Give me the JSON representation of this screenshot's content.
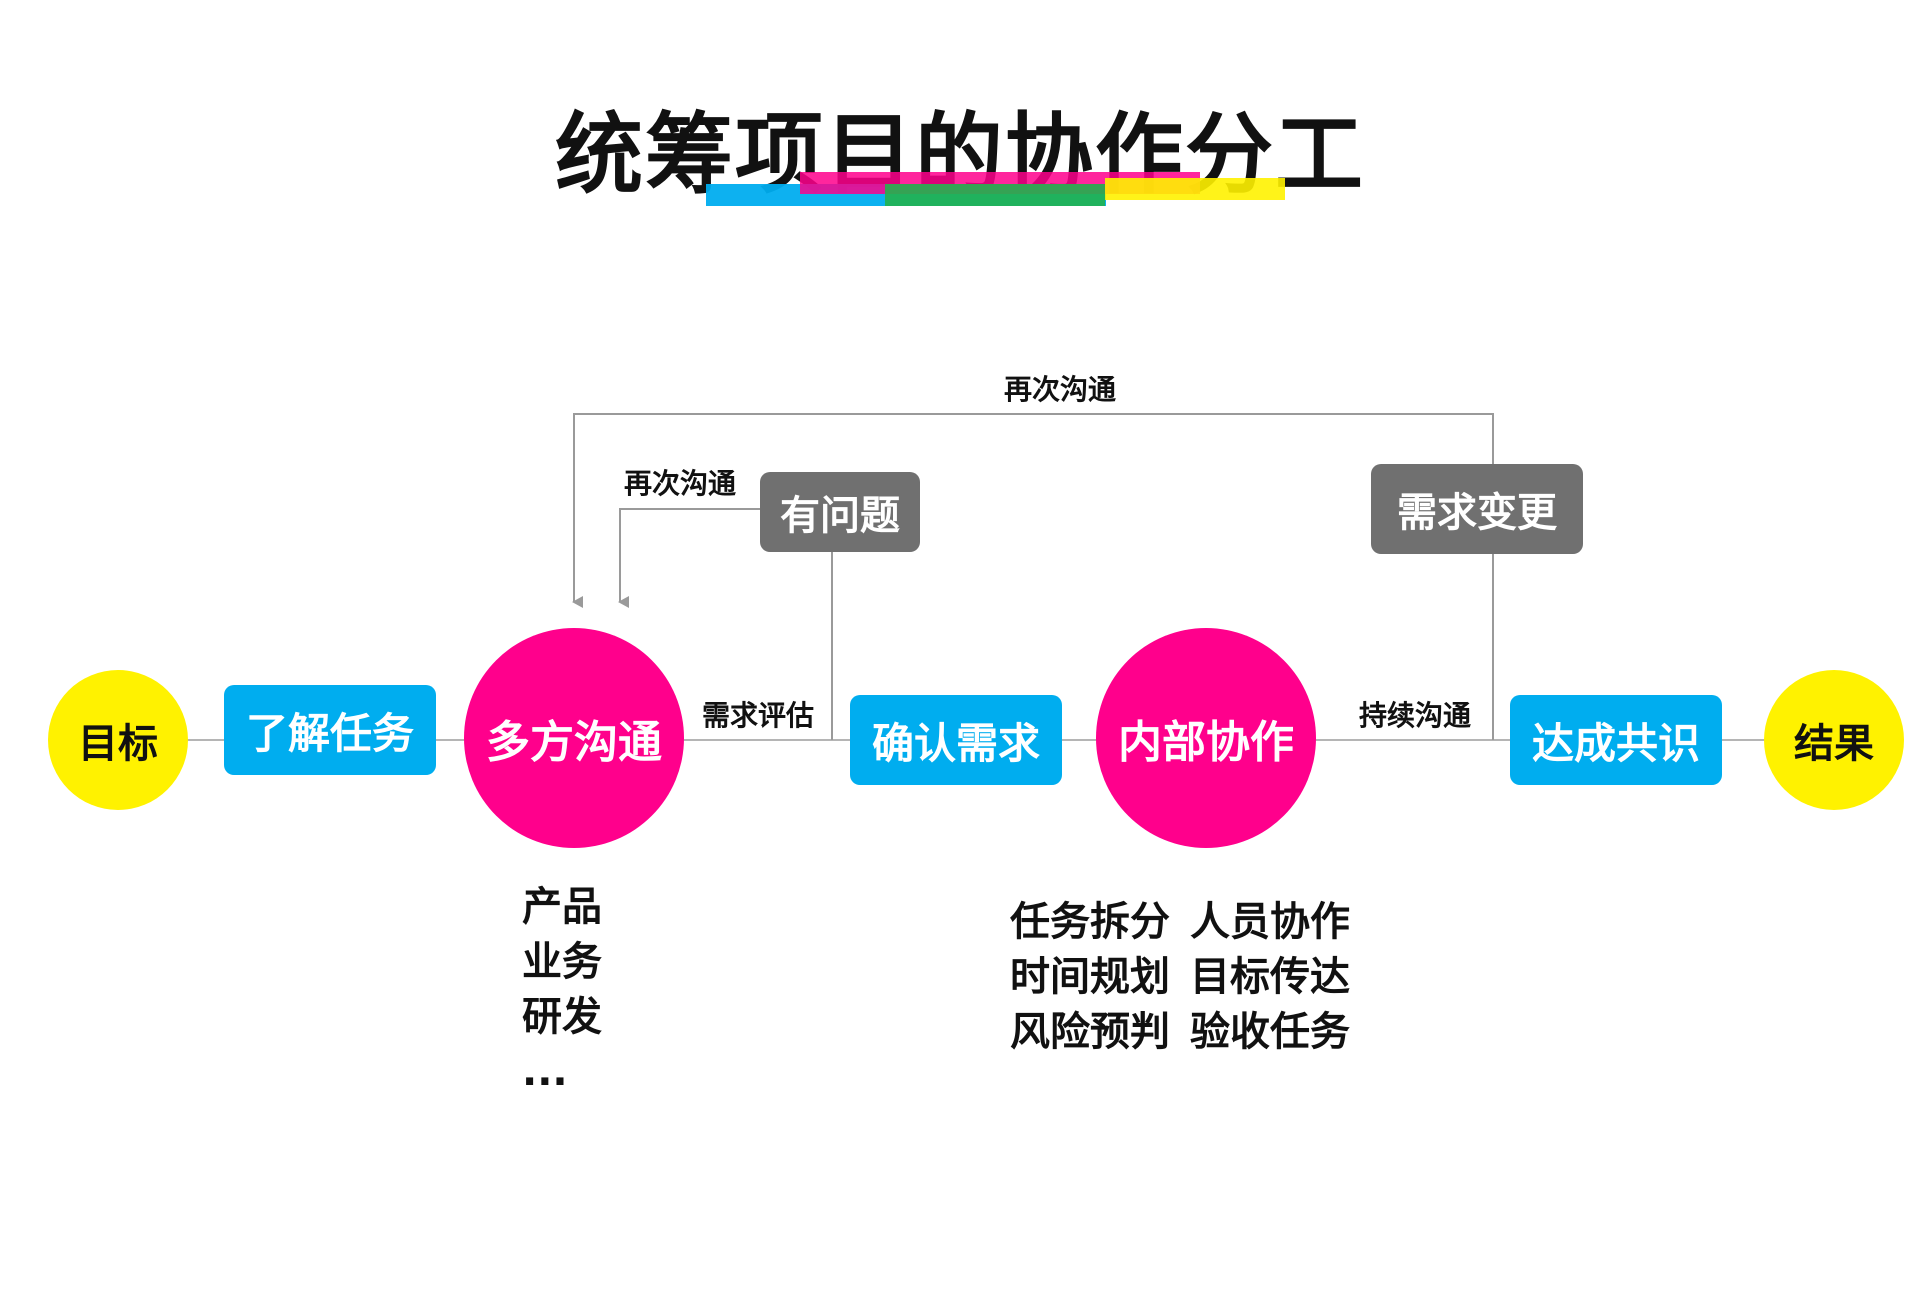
{
  "title": "统筹项目的协作分工",
  "colors": {
    "yellow": "#FFF200",
    "pink": "#FF008C",
    "blue": "#00ADEF",
    "gray": "#707070",
    "line": "#9A9A9A"
  },
  "nodes": {
    "goal": "目标",
    "understand_task": "了解任务",
    "multi_comm": "多方沟通",
    "confirm_req": "确认需求",
    "internal_collab": "内部协作",
    "consensus": "达成共识",
    "result": "结果",
    "has_issue": "有问题",
    "req_change": "需求变更"
  },
  "edge_labels": {
    "outer_recommunicate": "再次沟通",
    "inner_recommunicate": "再次沟通",
    "req_evaluate": "需求评估",
    "continuous_comm": "持续沟通"
  },
  "multi_comm_parties": [
    "产品",
    "业务",
    "研发",
    "..."
  ],
  "internal_tasks": [
    [
      "任务拆分",
      "人员协作"
    ],
    [
      "时间规划",
      "目标传达"
    ],
    [
      "风险预判",
      "验收任务"
    ]
  ]
}
